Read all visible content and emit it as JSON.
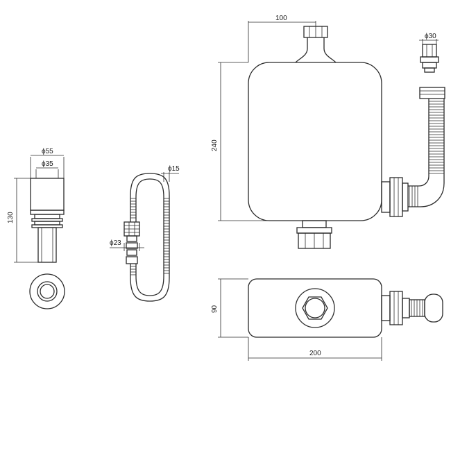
{
  "dimensions": {
    "tank_width": "100",
    "tank_height": "240",
    "tank_depth": "90",
    "base_length": "200",
    "outlet_diameter": "ϕ30",
    "hose_diameter": "ϕ15",
    "hose_nut_diameter": "ϕ23",
    "part_outer_diameter": "ϕ55",
    "part_inner_diameter": "ϕ35",
    "part_length": "130"
  }
}
